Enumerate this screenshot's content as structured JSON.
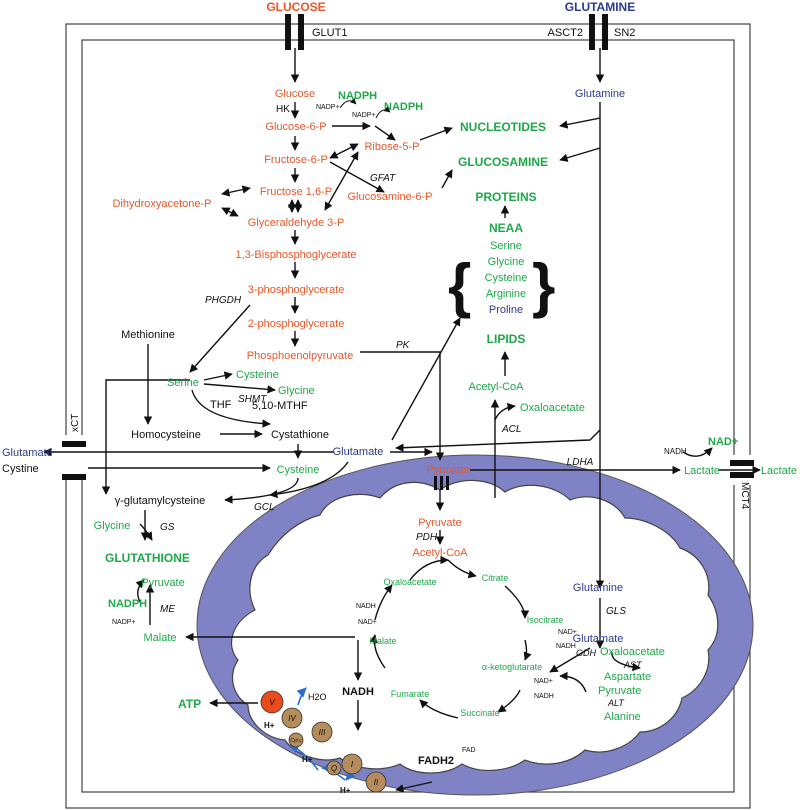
{
  "colors": {
    "glycolysis": "#e8582a",
    "amino_acid": "#1fa84a",
    "glutamine": "#2b3a8f",
    "mito": "#7f82c4"
  },
  "transporters": {
    "glucose": "GLUCOSE",
    "glutamine": "GLUTAMINE",
    "glut1": "GLUT1",
    "asct2": "ASCT2",
    "sn2": "SN2",
    "xct": "xCT",
    "mct4": "MCT4"
  },
  "glycolysis": {
    "glucose": "Glucose",
    "hk": "HK",
    "g6p": "Glucose-6-P",
    "f6p": "Fructose-6-P",
    "f16p": "Fructose 1,6-P",
    "dhap": "Dihydroxyacetone-P",
    "g3p": "Glyceraldehyde 3-P",
    "bpg": "1,3-Bisphosphoglycerate",
    "pg3": "3-phosphoglycerate",
    "pg2": "2-phosphoglycerate",
    "pep": "Phosphoenolpyruvate",
    "pk": "PK",
    "r5p": "Ribose-5-P",
    "gln6p": "Glucosamine-6-P",
    "gfat": "GFAT",
    "phgdh": "PHGDH"
  },
  "cofactors": {
    "nadph": "NADPH",
    "nadp": "NADP+",
    "nad": "NAD+",
    "nadh": "NADH",
    "fadh2": "FADH2",
    "fad": "FAD",
    "h2o": "H2O",
    "hplus": "H+",
    "atp": "ATP"
  },
  "outputs": {
    "nucleotides": "NUCLEOTIDES",
    "glucosamine": "GLUCOSAMINE",
    "proteins": "PROTEINS",
    "neaa": "NEAA",
    "lipids": "LIPIDS",
    "glutathione": "GLUTATHIONE"
  },
  "neaa_list": [
    "Serine",
    "Glycine",
    "Cysteine",
    "Arginine",
    "Proline"
  ],
  "glutamine_side": {
    "glutamine": "Glutamine",
    "acetyl_coa": "Acetyl-CoA",
    "oxaloacetate": "Oxaloacetate",
    "acl": "ACL",
    "glutamate": "Glutamate",
    "nadh": "NADH",
    "nad": "NAD+"
  },
  "one_carbon": {
    "methionine": "Methionine",
    "serine": "Serine",
    "cysteine": "Cysteine",
    "glycine": "Glycine",
    "thf": "THF",
    "shmt": "SHMT",
    "mthf": "5,10-MTHF",
    "homocysteine": "Homocysteine",
    "cystathione": "Cystathione"
  },
  "transport_row": {
    "glutamate": "Glutamate",
    "cystine": "Cystine",
    "cysteine": "Cysteine",
    "pyruvate": "Pyruvate",
    "ldha": "LDHA",
    "lactate_in": "Lactate",
    "lactate_out": "Lactate"
  },
  "gsh": {
    "ggc": "γ-glutamylcysteine",
    "gcl": "GCL",
    "glycine": "Glycine",
    "gs": "GS",
    "pyruvate": "Pyruvate",
    "me": "ME",
    "malate": "Malate"
  },
  "mito": {
    "pyruvate": "Pyruvate",
    "pdh": "PDH",
    "acetyl_coa": "Acetyl-CoA",
    "citrate": "Citrate",
    "isocitrate": "Isocitrate",
    "akg": "α-ketoglutarate",
    "succinate": "Succinate",
    "fumarate": "Fumarate",
    "malate": "Malate",
    "oxaloacetate": "Oxaloacetate",
    "glutamine": "Glutamine",
    "gls": "GLS",
    "glutamate": "Glutamate",
    "gdh": "GDH",
    "oaa2": "Oxaloacetate",
    "ast": "AST",
    "aspartate": "Aspartate",
    "pyr2": "Pyruvate",
    "alt": "ALT",
    "alanine": "Alanine",
    "complexes": [
      "V",
      "IV",
      "III",
      "I",
      "II",
      "Q",
      "Cyt c"
    ]
  }
}
